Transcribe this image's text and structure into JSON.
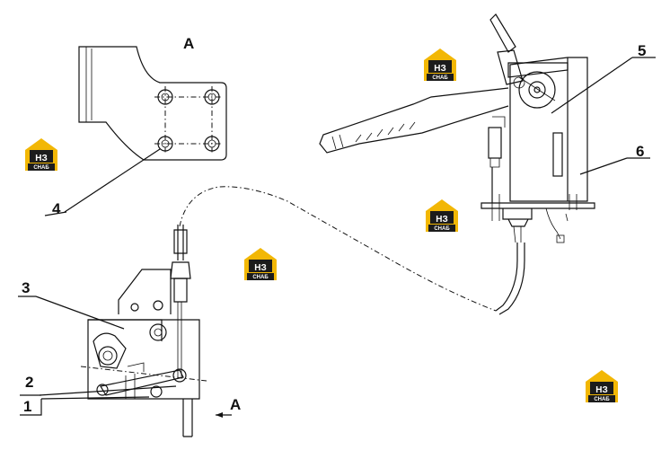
{
  "view_labels": {
    "top": "A",
    "arrow": "A"
  },
  "callouts": [
    {
      "num": "1"
    },
    {
      "num": "2"
    },
    {
      "num": "3"
    },
    {
      "num": "4"
    },
    {
      "num": "5"
    },
    {
      "num": "6"
    }
  ],
  "watermark": {
    "top": "НЗ",
    "bottom": "СНАБ",
    "accent_color": "#f2b705",
    "dark_color": "#1c1c1c"
  }
}
